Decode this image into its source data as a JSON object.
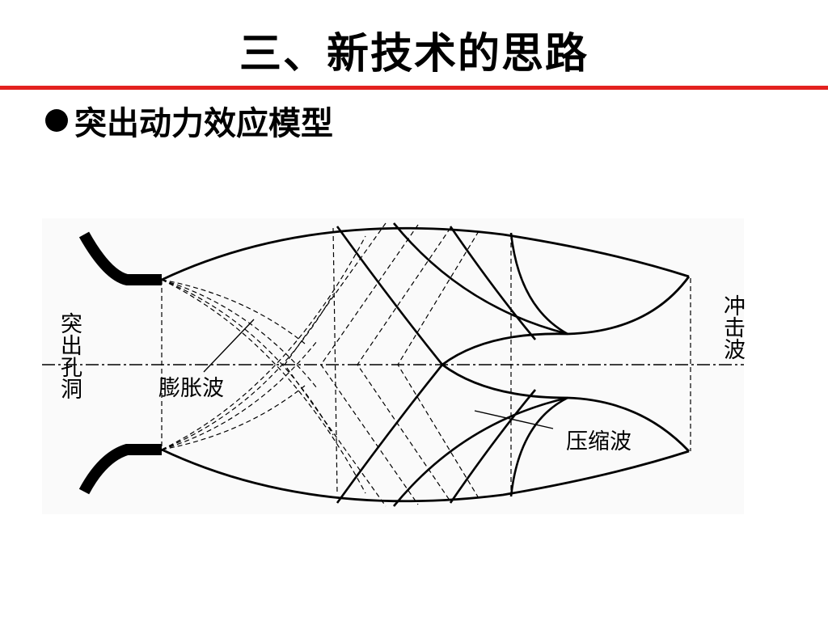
{
  "slide": {
    "title": "三、新技术的思路",
    "bullet": "突出动力效应模型",
    "accent_color": "#e3211f"
  },
  "diagram": {
    "left_label": "突出孔洞",
    "right_label": "冲击波",
    "expansion_label": "膨胀波",
    "compression_label": "压缩波"
  }
}
